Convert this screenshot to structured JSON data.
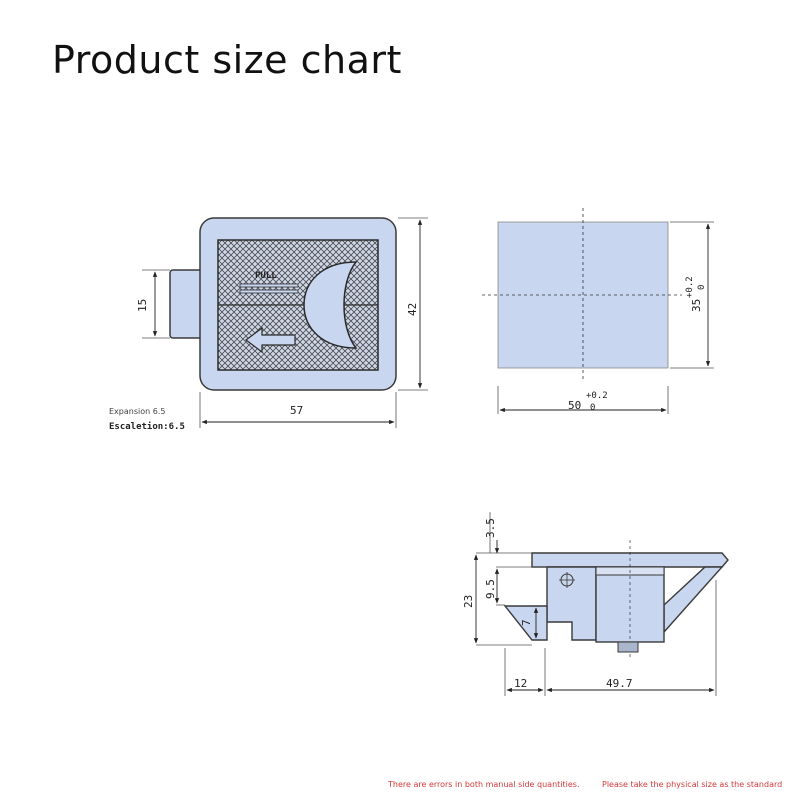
{
  "page": {
    "title": "Product size chart"
  },
  "front_view": {
    "pull_label": "PULL",
    "dim_width": "57",
    "dim_height": "42",
    "dim_handle": "15",
    "expansion_label": "Expansion 6.5",
    "escalation_label": "Escaletion:6.5"
  },
  "cutout_view": {
    "width_value": "50",
    "width_tol_plus": "+0.2",
    "width_tol_minus": "0",
    "height_value": "35",
    "height_tol_plus": "+0.2",
    "height_tol_minus": "0"
  },
  "side_view": {
    "dim_top": "3.5",
    "dim_mid": "9.5",
    "dim_total": "23",
    "dim_lip": "7",
    "dim_left": "12",
    "dim_body": "49.7"
  },
  "notes": {
    "left": "There are errors in both manual side quantities.",
    "right": "Please take the physical size as the standard"
  },
  "colors": {
    "panel": "#c8d7ef",
    "stroke": "#3a3a3a",
    "note": "#d23a3a"
  }
}
